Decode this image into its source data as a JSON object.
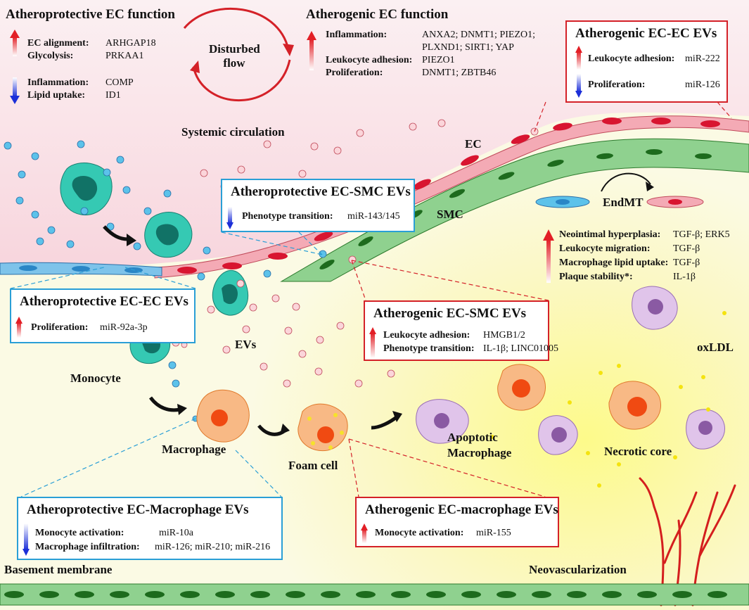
{
  "top_left": {
    "title": "Atheroprotective EC function",
    "rows": [
      {
        "label": "EC alignment:",
        "value": "ARHGAP18"
      },
      {
        "label": "Glycolysis:",
        "value": "PRKAA1"
      },
      {
        "label": "Inflammation:",
        "value": "COMP"
      },
      {
        "label": "Lipid uptake:",
        "value": "ID1"
      }
    ]
  },
  "flow_label": "Disturbed flow",
  "top_center": {
    "title": "Atherogenic EC function",
    "rows": [
      {
        "label": "Inflammation:",
        "value": "ANXA2; DNMT1; PIEZO1;"
      },
      {
        "label": "",
        "value": "PLXND1; SIRT1; YAP"
      },
      {
        "label": "Leukocyte adhesion:",
        "value": "PIEZO1"
      },
      {
        "label": "Proliferation:",
        "value": "DNMT1; ZBTB46"
      }
    ]
  },
  "box_ec_ec_atherogenic": {
    "title": "Atherogenic EC-EC EVs",
    "rows": [
      {
        "label": "Leukocyte adhesion:",
        "value": "miR-222",
        "dir": "up"
      },
      {
        "label": "Proliferation:",
        "value": "miR-126",
        "dir": "down"
      }
    ]
  },
  "box_ec_smc_protective": {
    "title": "Atheroprotective EC-SMC EVs",
    "rows": [
      {
        "label": "Phenotype transition:",
        "value": "miR-143/145",
        "dir": "down"
      }
    ]
  },
  "box_ec_ec_protective": {
    "title": "Atheroprotective EC-EC EVs",
    "rows": [
      {
        "label": "Proliferation:",
        "value": "miR-92a-3p",
        "dir": "up"
      }
    ]
  },
  "box_ec_smc_atherogenic": {
    "title": "Atherogenic EC-SMC EVs",
    "rows": [
      {
        "label": "Leukocyte adhesion:",
        "value": "HMGB1/2",
        "dir": "up"
      },
      {
        "label": "Phenotype transition:",
        "value": "IL-1β; LINC01005",
        "dir": "up"
      }
    ]
  },
  "box_ec_mac_protective": {
    "title": "Atheroprotective EC-Macrophage EVs",
    "rows": [
      {
        "label": "Monocyte activation:",
        "value": "miR-10a",
        "dir": "down"
      },
      {
        "label": "Macrophage infiltration:",
        "value": "miR-126; miR-210; miR-216",
        "dir": "down"
      }
    ]
  },
  "box_ec_mac_atherogenic": {
    "title": "Atherogenic EC-macrophage EVs",
    "rows": [
      {
        "label": "Monocyte activation:",
        "value": "miR-155",
        "dir": "up"
      }
    ]
  },
  "endmt": {
    "label": "EndMT",
    "rows": [
      {
        "label": "Neointimal hyperplasia:",
        "value": "TGF-β; ERK5"
      },
      {
        "label": "Leukocyte migration:",
        "value": "TGF-β"
      },
      {
        "label": "Macrophage lipid uptake:",
        "value": "TGF-β"
      },
      {
        "label": "Plaque stability*:",
        "value": "IL-1β"
      }
    ]
  },
  "labels": {
    "systemic": "Systemic circulation",
    "ec": "EC",
    "smc": "SMC",
    "evs": "EVs",
    "monocyte": "Monocyte",
    "macrophage": "Macrophage",
    "foam": "Foam cell",
    "apoptotic1": "Apoptotic",
    "apoptotic2": "Macrophage",
    "necrotic": "Necrotic core",
    "oxldl": "oxLDL",
    "basement": "Basement membrane",
    "neovasc": "Neovascularization"
  },
  "colors": {
    "protective": "#2a9fd6",
    "atherogenic": "#d42128",
    "lumen": "#fbe3e7",
    "intima": "#fbf9d6",
    "smc": "#8fd18f",
    "monocyte": "#35c9b3",
    "macrophage": "#f8b985"
  }
}
